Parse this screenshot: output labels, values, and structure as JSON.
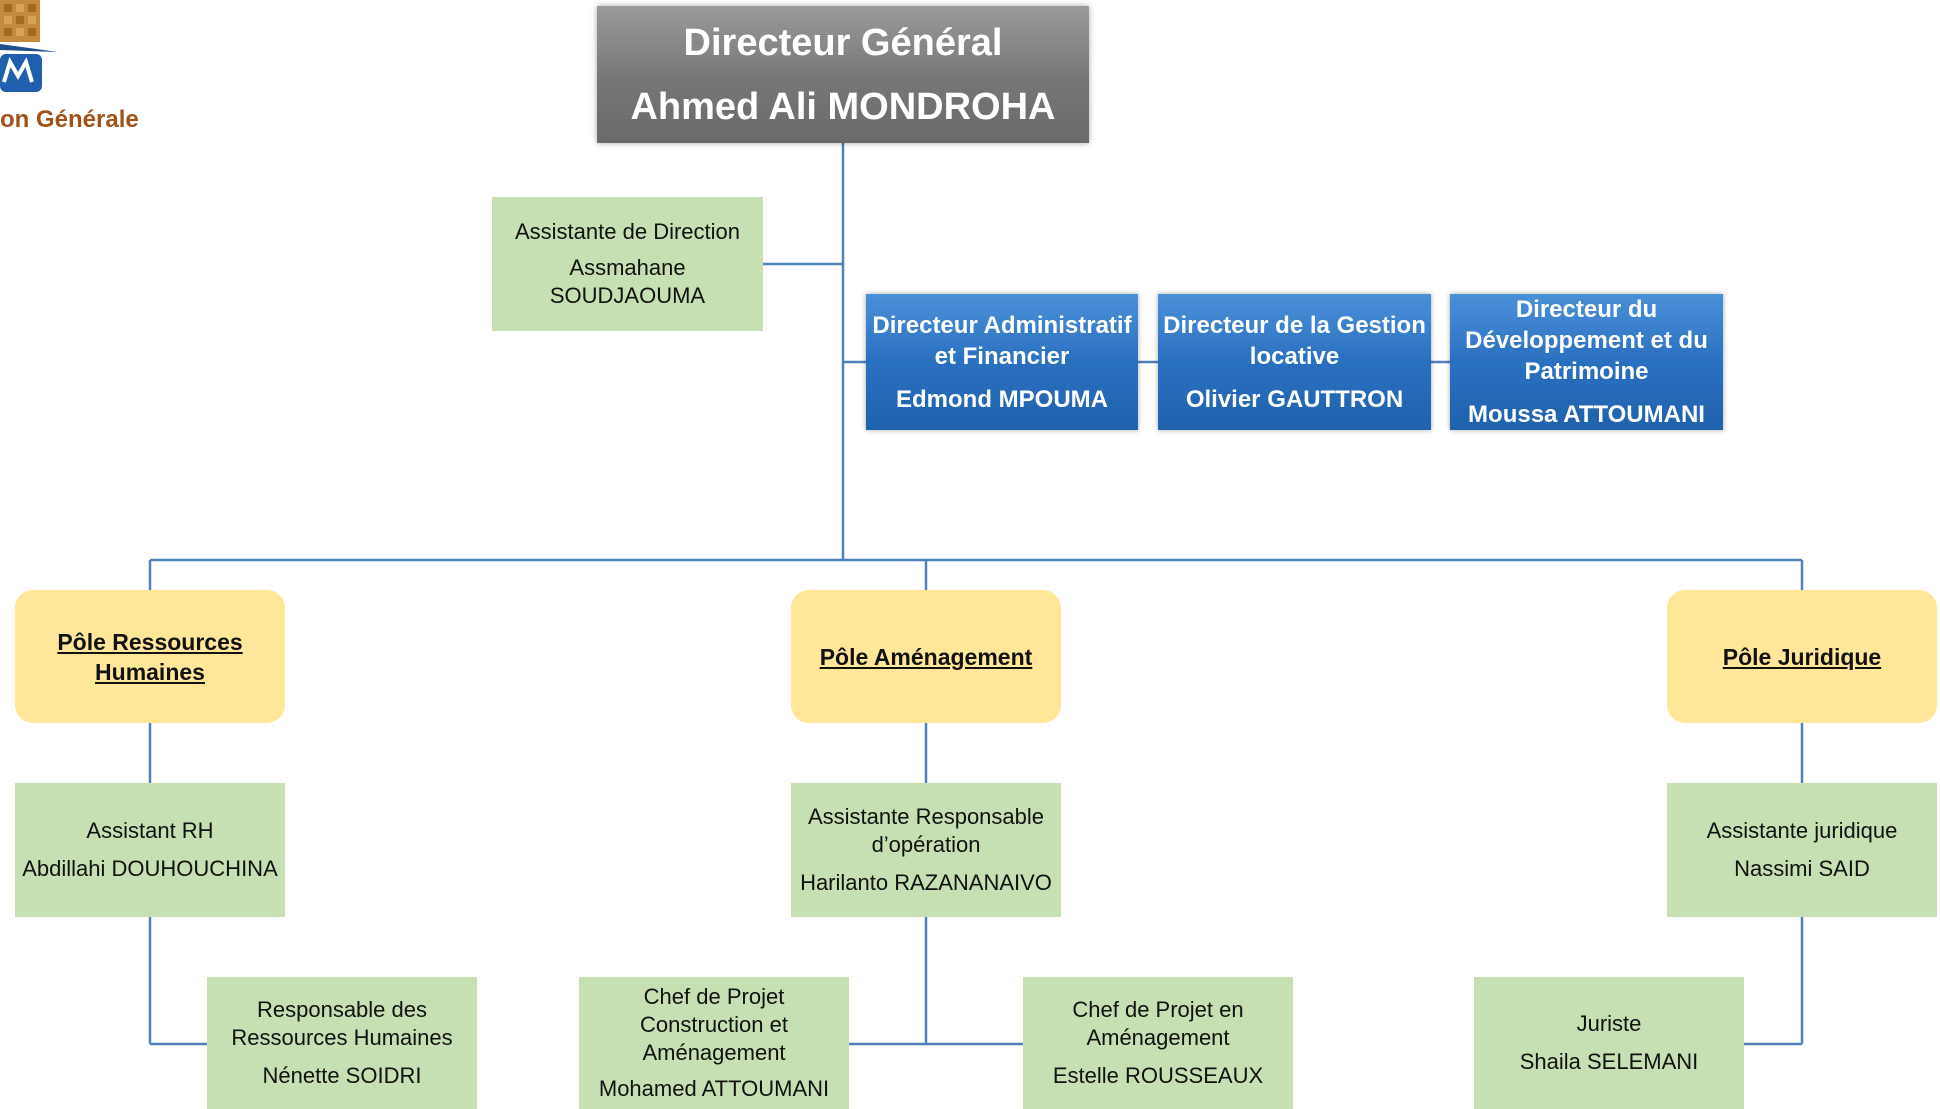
{
  "header_logo": {
    "caption": "on Générale"
  },
  "director_general": {
    "title": "Directeur Général",
    "name": "Ahmed Ali MONDROHA"
  },
  "assistant_direction": {
    "title": "Assistante de Direction",
    "name": "Assmahane\nSOUDJAOUMA"
  },
  "directors": [
    {
      "title": "Directeur Administratif\net Financier",
      "name": "Edmond MPOUMA"
    },
    {
      "title": "Directeur de la Gestion\nlocative",
      "name": "Olivier GAUTTRON"
    },
    {
      "title": "Directeur du\nDéveloppement et du\nPatrimoine",
      "name": "Moussa ATTOUMANI"
    }
  ],
  "poles": [
    {
      "label": "Pôle Ressources\nHumaines"
    },
    {
      "label": "Pôle Aménagement"
    },
    {
      "label": "Pôle Juridique"
    }
  ],
  "assistants": [
    {
      "title": "Assistant RH",
      "name": "Abdillahi DOUHOUCHINA"
    },
    {
      "title": "Assistante Responsable\nd’opération",
      "name": "Harilanto RAZANANAIVO"
    },
    {
      "title": "Assistante juridique",
      "name": "Nassimi SAID"
    }
  ],
  "staff": [
    {
      "title": "Responsable des\nRessources Humaines",
      "name": "Nénette SOIDRI"
    },
    {
      "title": "Chef de Projet\nConstruction et\nAménagement",
      "name": "Mohamed ATTOUMANI"
    },
    {
      "title": "Chef de Projet en\nAménagement",
      "name": "Estelle ROUSSEAUX"
    },
    {
      "title": "Juriste",
      "name": "Shaila SELEMANI"
    }
  ],
  "colors": {
    "connector": "#4f81bd",
    "director_general": "#7a7a7a",
    "directors": "#2a70c0",
    "poles": "#ffe699",
    "staff": "#c6e0b4",
    "logo_text": "#a0521a"
  }
}
